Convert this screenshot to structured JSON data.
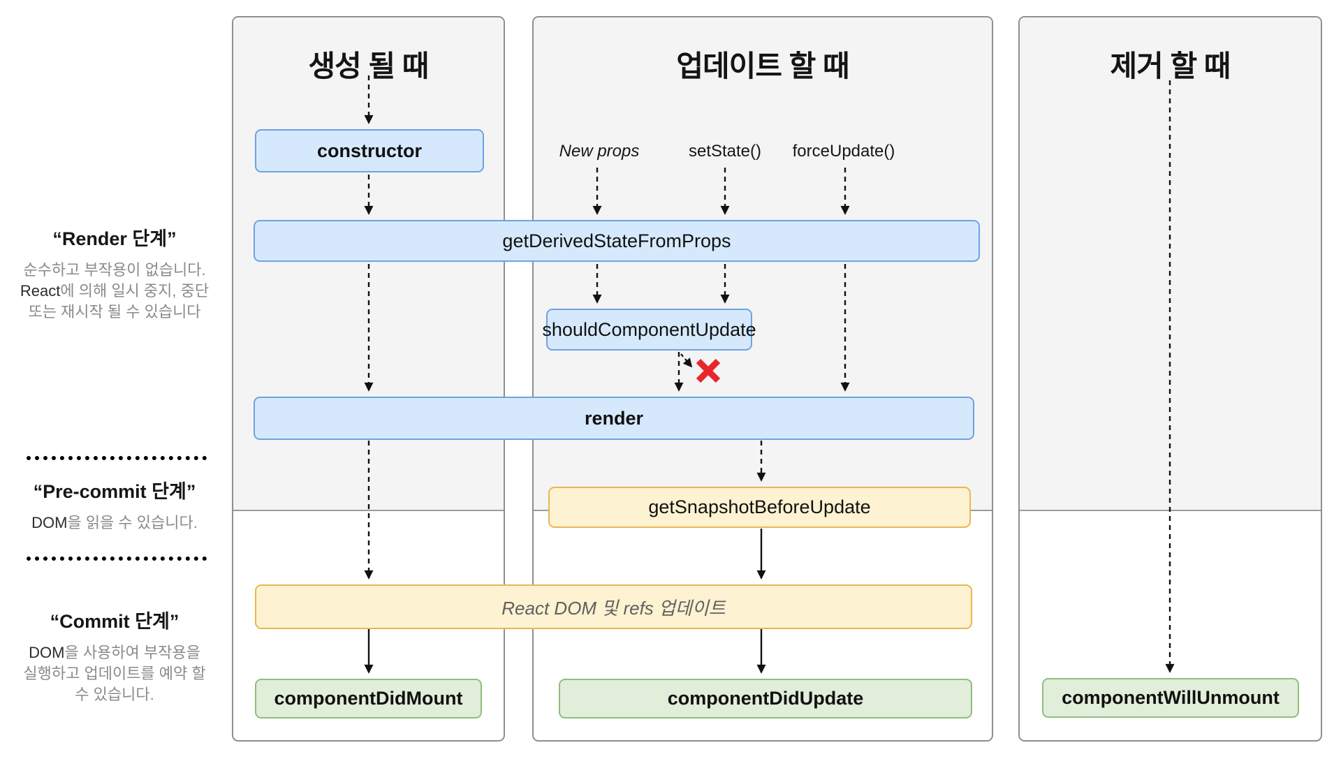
{
  "columns": [
    {
      "title": "생성 될 때"
    },
    {
      "title": "업데이트 할 때"
    },
    {
      "title": "제거 할 때"
    }
  ],
  "sidebar": {
    "sections": [
      {
        "title": "“Render 단계”",
        "segments": [
          {
            "t": "순수하고 부작용이 없습니다. "
          },
          {
            "t": "React",
            "dark": true
          },
          {
            "t": "에 의해 일시 중지, 중단 또는 재시작 될 수 있습니다"
          }
        ]
      },
      {
        "title": "“Pre-commit 단계”",
        "segments": [
          {
            "t": "DOM",
            "dark": true
          },
          {
            "t": "을 읽을 수 있습니다."
          }
        ]
      },
      {
        "title": "“Commit 단계”",
        "segments": [
          {
            "t": "DOM",
            "dark": true
          },
          {
            "t": "을 사용하여 부작용을 실행하고 업데이트를 예약 할 수 있습니다."
          }
        ]
      }
    ]
  },
  "triggers": {
    "new_props": "New props",
    "set_state": "setState()",
    "force_update": "forceUpdate()"
  },
  "boxes": {
    "ctor": "constructor",
    "get_derived": "getDerivedStateFromProps",
    "should_update": "shouldComponentUpdate",
    "render": "render",
    "get_snapshot": "getSnapshotBeforeUpdate",
    "react_dom": "React DOM 및 refs 업데이트",
    "did_mount": "componentDidMount",
    "did_update": "componentDidUpdate",
    "will_unmount": "componentWillUnmount"
  },
  "icons": {
    "reject_x": "skip-render-x"
  },
  "colors": {
    "blue-fill": "#d6e9fc",
    "blue-border": "#6fa2e0",
    "orange-fill": "#fdf2d1",
    "orange-border": "#e9b750",
    "green-fill": "#e0eeda",
    "green-border": "#8fbe7c",
    "col-bg": "#f4f4f5",
    "col-border": "#8f8f8f",
    "arrow": "#111111",
    "x-red": "#e8262d",
    "muted-text": "#8a8a8a"
  }
}
